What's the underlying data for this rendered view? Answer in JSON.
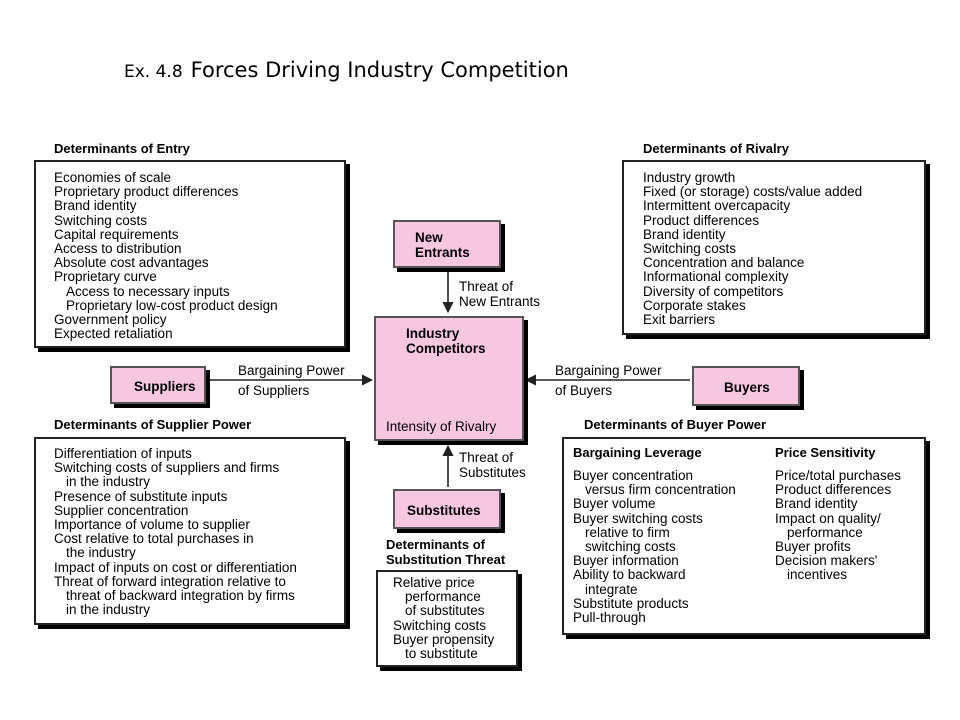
{
  "title": {
    "prefix": "Ex. 4.8",
    "text": "Forces Driving Industry Competition"
  },
  "forces": {
    "new_entrants": [
      "New",
      "Entrants"
    ],
    "suppliers": "Suppliers",
    "buyers": "Buyers",
    "substitutes": "Substitutes",
    "competitors": [
      "Industry",
      "Competitors"
    ],
    "rivalry": "Intensity of Rivalry"
  },
  "arrow_labels": {
    "entrants": [
      "Threat of",
      "New Entrants"
    ],
    "suppliers": [
      "Bargaining Power",
      "of Suppliers"
    ],
    "buyers": [
      "Bargaining Power",
      "of Buyers"
    ],
    "substitutes": [
      "Threat of",
      "Substitutes"
    ]
  },
  "entry": {
    "header": "Determinants of Entry",
    "items": [
      "Economies of scale",
      "Proprietary product differences",
      "Brand identity",
      "Switching costs",
      "Capital requirements",
      "Access to distribution",
      "Absolute cost advantages",
      "Proprietary curve",
      "Access to necessary inputs",
      "Proprietary low-cost product design",
      "Government policy",
      "Expected retaliation"
    ]
  },
  "rivalry": {
    "header": "Determinants of Rivalry",
    "items": [
      "Industry growth",
      "Fixed (or storage) costs/value added",
      "Intermittent overcapacity",
      "Product differences",
      "Brand identity",
      "Switching costs",
      "Concentration and balance",
      "Informational complexity",
      "Diversity of competitors",
      "Corporate stakes",
      "Exit barriers"
    ]
  },
  "supplier_power": {
    "header": "Determinants of Supplier Power",
    "items": [
      "Differentiation of inputs",
      "Switching costs of suppliers and firms",
      "in the industry",
      "Presence of substitute inputs",
      "Supplier concentration",
      "Importance of volume to supplier",
      "Cost relative to total purchases in",
      "the industry",
      "Impact of inputs on cost or differentiation",
      "Threat of forward integration relative to",
      "threat of backward integration by firms",
      "in the industry"
    ]
  },
  "substitution": {
    "header": [
      "Determinants of",
      "Substitution Threat"
    ],
    "items": [
      "Relative price",
      "performance",
      "of substitutes",
      "Switching costs",
      "Buyer propensity",
      "to substitute"
    ]
  },
  "buyer_power": {
    "header": "Determinants of Buyer Power",
    "leverage_header": "Bargaining Leverage",
    "leverage_items": [
      "Buyer concentration",
      "versus firm concentration",
      "Buyer volume",
      "Buyer switching costs",
      "relative to firm",
      "switching costs",
      "Buyer information",
      "Ability to backward",
      "integrate",
      "Substitute products",
      "Pull-through"
    ],
    "sensitivity_header": "Price Sensitivity",
    "sensitivity_items": [
      "Price/total purchases",
      "Product differences",
      "Brand identity",
      "Impact on quality/",
      "performance",
      "Buyer profits",
      "Decision makers'",
      "incentives"
    ]
  }
}
